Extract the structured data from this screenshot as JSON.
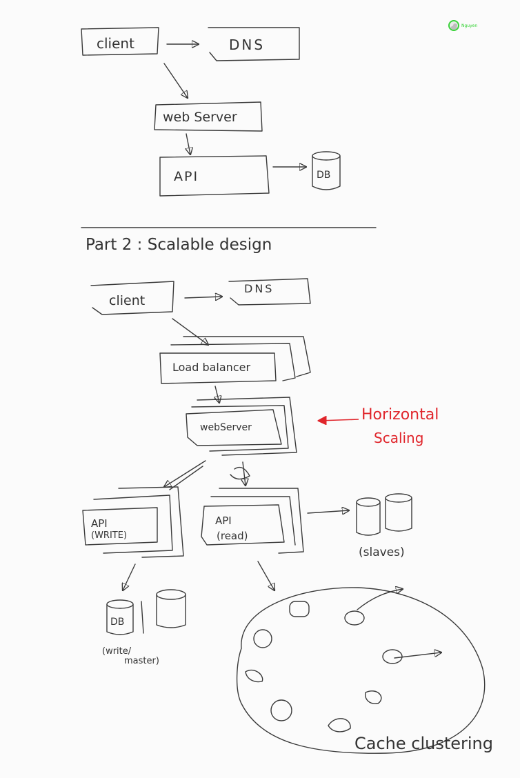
{
  "collaborator": {
    "name": "Nguyen"
  },
  "part1": {
    "client": "client",
    "dns": "DNS",
    "web_server": "web Server",
    "api": "API",
    "db": "DB"
  },
  "section_title": "Part 2 : Scalable design",
  "part2": {
    "client": "client",
    "dns": "DNS",
    "load_balancer": "Load balancer",
    "web_server": "webServer",
    "horizontal_scaling": [
      "Horizontal",
      "Scaling"
    ],
    "api_write": [
      "API",
      "(WRITE)"
    ],
    "api_read": [
      "API",
      "(read)"
    ],
    "slaves": "(slaves)",
    "db": "DB",
    "master": [
      "(write/",
      "master)"
    ],
    "cache_clustering": "Cache clustering"
  },
  "colors": {
    "ink": "#3a3a3a",
    "accent": "#e0252b",
    "avatar": "#3ad23a"
  }
}
